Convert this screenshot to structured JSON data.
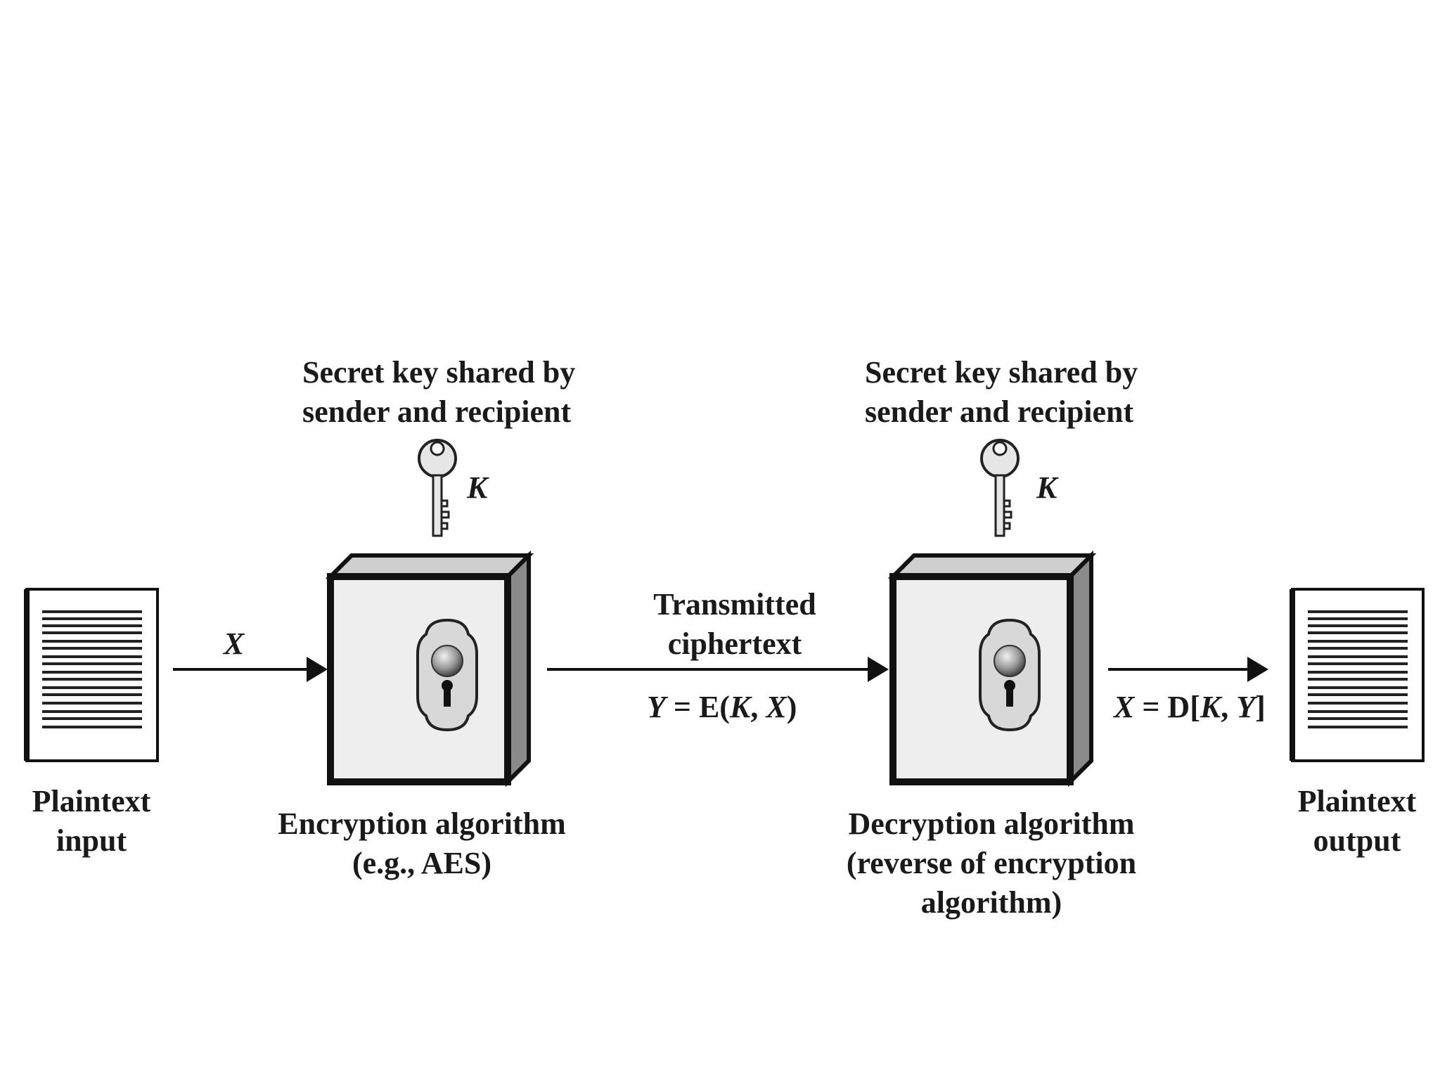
{
  "plaintext_input": {
    "line1": "Plaintext",
    "line2": "input"
  },
  "plaintext_output": {
    "line1": "Plaintext",
    "line2": "output"
  },
  "key_enc": {
    "line1": "Secret key shared by",
    "line2": "sender and recipient",
    "symbol": "K"
  },
  "key_dec": {
    "line1": "Secret key shared by",
    "line2": "sender and recipient",
    "symbol": "K"
  },
  "encryption": {
    "line1": "Encryption algorithm",
    "line2": "(e.g., AES)"
  },
  "decryption": {
    "line1": "Decryption algorithm",
    "line2": "(reverse of encryption",
    "line3": "algorithm)"
  },
  "input_arrow": {
    "symbol": "X"
  },
  "transmitted": {
    "line1": "Transmitted",
    "line2": "ciphertext"
  },
  "formula_enc": {
    "lhs": "Y",
    "eq": " = E(",
    "k": "K",
    "sep": ", ",
    "x": "X",
    "close": ")"
  },
  "formula_dec": {
    "lhs": "X",
    "eq": " = D[",
    "k": "K",
    "sep": ", ",
    "y": "Y",
    "close": "]"
  }
}
